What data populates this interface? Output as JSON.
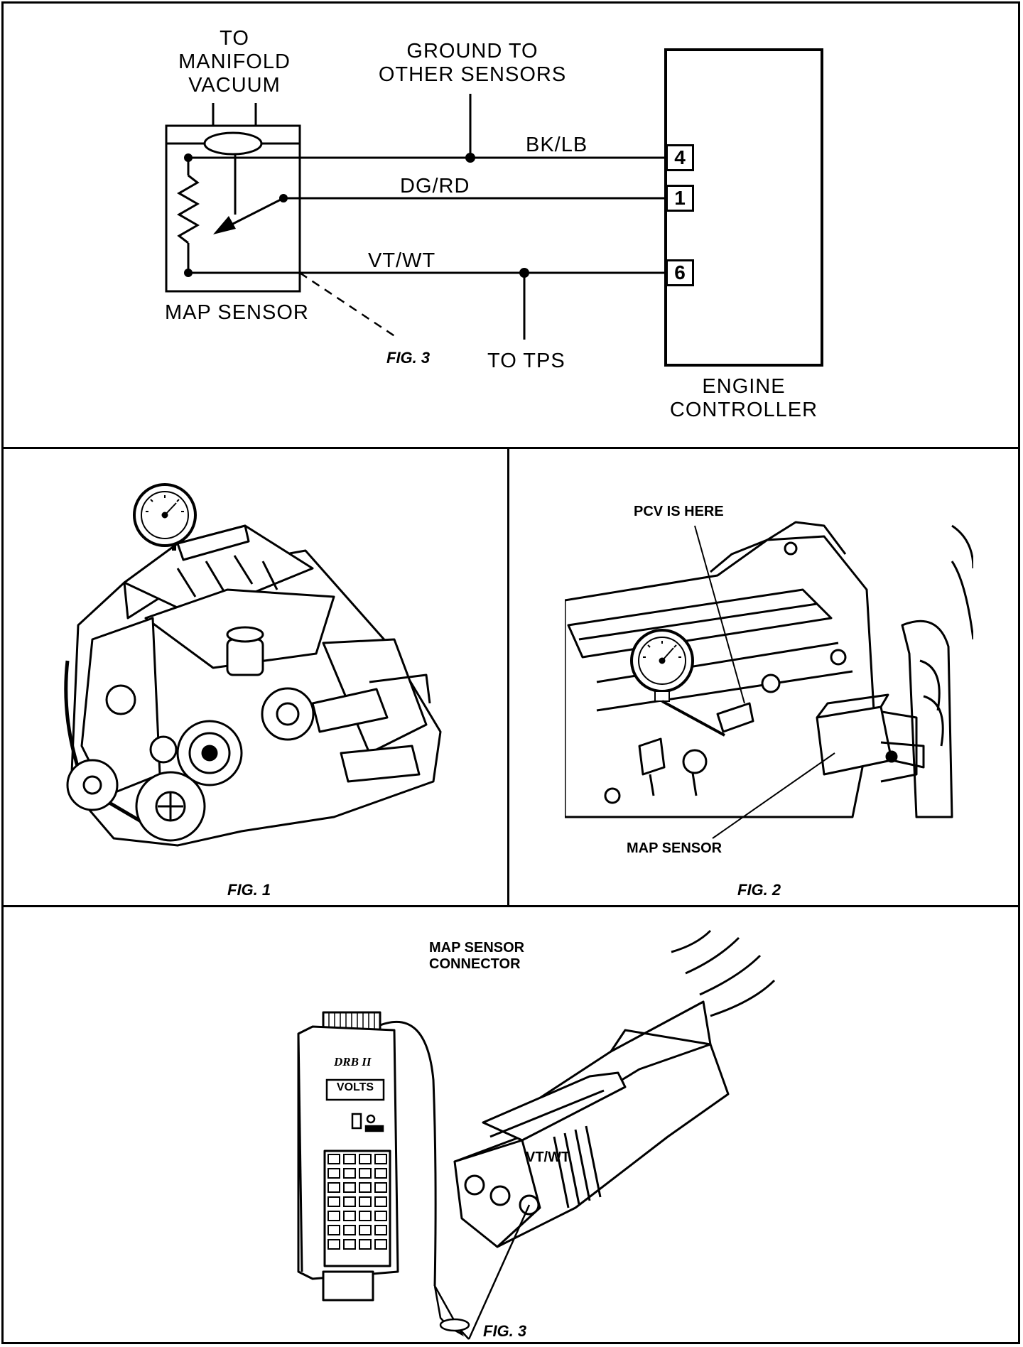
{
  "schematic": {
    "manifold_label": [
      "TO",
      "MANIFOLD",
      "VACUUM"
    ],
    "ground_label": [
      "GROUND TO",
      "OTHER SENSORS"
    ],
    "wire_bk_lb": "BK/LB",
    "wire_dg_rd": "DG/RD",
    "wire_vt_wt": "VT/WT",
    "pin_top": "4",
    "pin_middle": "1",
    "pin_bottom": "6",
    "sensor_label": "MAP SENSOR",
    "fig_ref": "FIG. 3",
    "tps_label": "TO TPS",
    "controller_label": [
      "ENGINE",
      "CONTROLLER"
    ]
  },
  "figure1": {
    "caption": "FIG. 1"
  },
  "figure2": {
    "pcv_label": "PCV IS HERE",
    "map_label": "MAP SENSOR",
    "caption": "FIG. 2"
  },
  "figure3": {
    "connector_label": [
      "MAP SENSOR",
      "CONNECTOR"
    ],
    "tester_brand": "DRB II",
    "tester_display": "VOLTS",
    "wire_label": "VT/WT",
    "caption": "FIG. 3"
  }
}
